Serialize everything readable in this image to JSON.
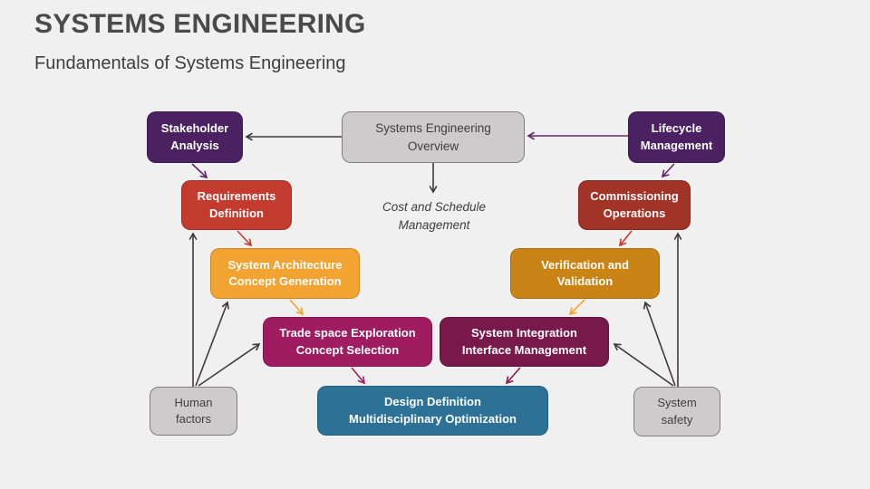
{
  "header": {
    "title": "SYSTEMS ENGINEERING",
    "subtitle": "Fundamentals of Systems Engineering"
  },
  "colors": {
    "purple": "#4B2161",
    "red": "#C23B2E",
    "dark_red": "#A23327",
    "orange": "#F2A331",
    "amber": "#CA8415",
    "magenta": "#9E1C5F",
    "maroon": "#77194B",
    "blue": "#2D7296",
    "gray_fill": "#CDCBCC",
    "gray_border": "#7F7F7F",
    "background": "#F1F0F1",
    "arrow_dark": "#3E3A3B",
    "arrow_purple": "#64246E",
    "arrow_red": "#C53B2F",
    "arrow_orange": "#F5A227",
    "arrow_magenta": "#A81D62",
    "arrow_maroon": "#8B1A4F"
  },
  "nodes": {
    "stakeholder": {
      "label": "Stakeholder\nAnalysis"
    },
    "overview": {
      "label": "Systems Engineering\nOverview"
    },
    "lifecycle": {
      "label": "Lifecycle\nManagement"
    },
    "requirements": {
      "label": "Requirements\nDefinition"
    },
    "commissioning": {
      "label": "Commissioning\nOperations"
    },
    "cost_schedule": {
      "label": "Cost and Schedule\nManagement"
    },
    "system_architecture": {
      "label": "System Architecture\nConcept Generation"
    },
    "verification": {
      "label": "Verification and\nValidation"
    },
    "trade_space": {
      "label": "Trade space Exploration\nConcept Selection"
    },
    "system_integration": {
      "label": "System Integration\nInterface Management"
    },
    "design_definition": {
      "label": "Design Definition\nMultidisciplinary Optimization"
    },
    "human_factors": {
      "label": "Human\nfactors"
    },
    "system_safety": {
      "label": "System\nsafety"
    }
  },
  "edges": [
    {
      "from": "systems_engineering_overview",
      "to": "stakeholder_analysis",
      "color": "arrow_dark"
    },
    {
      "from": "lifecycle_management",
      "to": "systems_engineering_overview",
      "color": "arrow_purple"
    },
    {
      "from": "systems_engineering_overview",
      "to": "cost_and_schedule_management",
      "color": "arrow_dark"
    },
    {
      "from": "stakeholder_analysis",
      "to": "requirements_definition",
      "color": "arrow_purple"
    },
    {
      "from": "requirements_definition",
      "to": "system_architecture_concept_generation",
      "color": "arrow_red"
    },
    {
      "from": "system_architecture_concept_generation",
      "to": "trade_space_exploration_concept_selection",
      "color": "arrow_orange"
    },
    {
      "from": "trade_space_exploration_concept_selection",
      "to": "design_definition_multidisciplinary_optimization",
      "color": "arrow_magenta"
    },
    {
      "from": "lifecycle_management",
      "to": "commissioning_operations",
      "color": "arrow_purple"
    },
    {
      "from": "commissioning_operations",
      "to": "verification_and_validation",
      "color": "arrow_red"
    },
    {
      "from": "verification_and_validation",
      "to": "system_integration_interface_management",
      "color": "arrow_orange"
    },
    {
      "from": "system_integration_interface_management",
      "to": "design_definition_multidisciplinary_optimization",
      "color": "arrow_maroon"
    },
    {
      "from": "human_factors",
      "to": "requirements_definition",
      "color": "arrow_dark"
    },
    {
      "from": "human_factors",
      "to": "system_architecture_concept_generation",
      "color": "arrow_dark"
    },
    {
      "from": "human_factors",
      "to": "trade_space_exploration_concept_selection",
      "color": "arrow_dark"
    },
    {
      "from": "system_safety",
      "to": "commissioning_operations",
      "color": "arrow_dark"
    },
    {
      "from": "system_safety",
      "to": "verification_and_validation",
      "color": "arrow_dark"
    },
    {
      "from": "system_safety",
      "to": "system_integration_interface_management",
      "color": "arrow_dark"
    }
  ]
}
